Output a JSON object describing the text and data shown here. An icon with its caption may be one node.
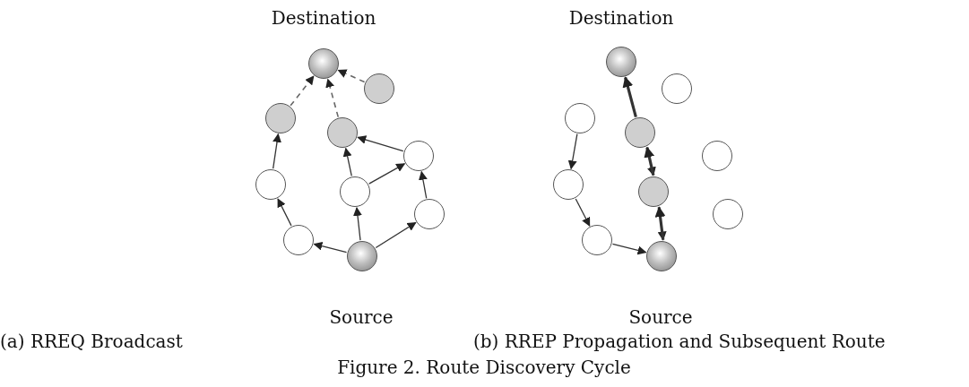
{
  "diagram": {
    "caption": "Figure 2.  Route Discovery Cycle",
    "nodes": [
      {
        "text": [],
        "shape": "circle"
      },
      {
        "text": [],
        "shape": "circle"
      },
      {
        "text": [],
        "shape": "circle"
      },
      {
        "text": [],
        "shape": "circle"
      },
      {
        "text": [],
        "shape": "circle"
      },
      {
        "text": [],
        "shape": "circle"
      },
      {
        "text": [],
        "shape": "circle"
      },
      {
        "text": [],
        "shape": "circle"
      },
      {
        "text": [],
        "shape": "circle"
      },
      {
        "text": [],
        "shape": "circle"
      },
      {
        "text": [],
        "shape": "circle"
      },
      {
        "text": [],
        "shape": "circle"
      },
      {
        "text": [],
        "shape": "circle"
      },
      {
        "text": [],
        "shape": "circle"
      },
      {
        "text": [],
        "shape": "circle"
      },
      {
        "text": [],
        "shape": "circle"
      },
      {
        "text": [],
        "shape": "circle"
      },
      {
        "text": [],
        "shape": "circle"
      },
      {
        "text": [],
        "shape": "circle"
      },
      {
        "text": [],
        "shape": "circle"
      }
    ],
    "edges": [
      {
        "from": 9,
        "to": 8,
        "arrow": "to"
      },
      {
        "from": 8,
        "to": 5,
        "arrow": "to"
      },
      {
        "from": 5,
        "to": 2,
        "arrow": "to"
      },
      {
        "from": 9,
        "to": 6,
        "arrow": "to"
      },
      {
        "from": 6,
        "to": 3,
        "arrow": "to"
      },
      {
        "from": 6,
        "to": 4,
        "arrow": "to"
      },
      {
        "from": 4,
        "to": 3,
        "arrow": "to"
      },
      {
        "from": 9,
        "to": 7,
        "arrow": "to"
      },
      {
        "from": 7,
        "to": 4,
        "arrow": "to"
      },
      {
        "from": 2,
        "to": 0,
        "arrow": "to",
        "style": "dashed"
      },
      {
        "from": 3,
        "to": 0,
        "arrow": "to",
        "style": "dashed"
      },
      {
        "from": 1,
        "to": 0,
        "arrow": "to",
        "style": "dashed"
      },
      {
        "from": 12,
        "to": 15,
        "arrow": "to"
      },
      {
        "from": 15,
        "to": 18,
        "arrow": "to"
      },
      {
        "from": 18,
        "to": 19,
        "arrow": "to"
      },
      {
        "from": 13,
        "to": 16,
        "arrow": "to"
      },
      {
        "from": 16,
        "to": 19,
        "arrow": "to"
      },
      {
        "from": 19,
        "to": 16,
        "arrow": "to",
        "style": "thick"
      },
      {
        "from": 16,
        "to": 13,
        "arrow": "to",
        "style": "thick"
      },
      {
        "from": 13,
        "to": 10,
        "arrow": "to",
        "style": "thick"
      }
    ],
    "labels": [
      "Destination",
      "Destination",
      "Source",
      "Source",
      "(a) RREQ Broadcast",
      "(b) RREP Propagation and Subsequent Route"
    ]
  }
}
